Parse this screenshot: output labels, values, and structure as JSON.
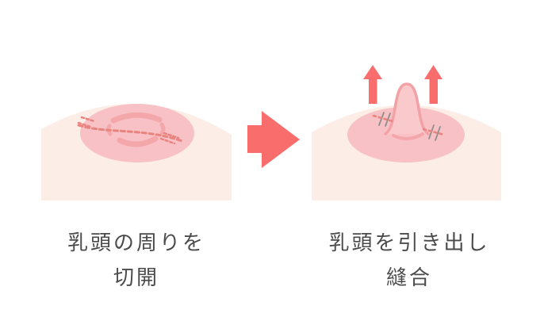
{
  "diagram": {
    "subject": "inverted-nipple-surgery-steps",
    "step1": {
      "caption_line1": "乳頭の周りを",
      "caption_line2": "切開"
    },
    "step2": {
      "caption_line1": "乳頭を引き出し",
      "caption_line2": "縫合"
    },
    "icons": {
      "next-step-arrow-icon": "➡",
      "pull-up-arrow-icon": "⬆",
      "incision-dashed-line": "dashed red line",
      "suture-stitch-icon": "gray thread stitches with red dashes"
    },
    "colors": {
      "background": "#ffffff",
      "skin": "#fceee7",
      "areola": "#f8c1c5",
      "nipple_fill": "#fac9cb",
      "nipple_outline": "#f2a2a6",
      "incision_dashes": "#e9837e",
      "arrow_accent": "#f96d6d",
      "suture_thread": "#8e8e8e",
      "caption_text": "#4b4b4b"
    }
  }
}
